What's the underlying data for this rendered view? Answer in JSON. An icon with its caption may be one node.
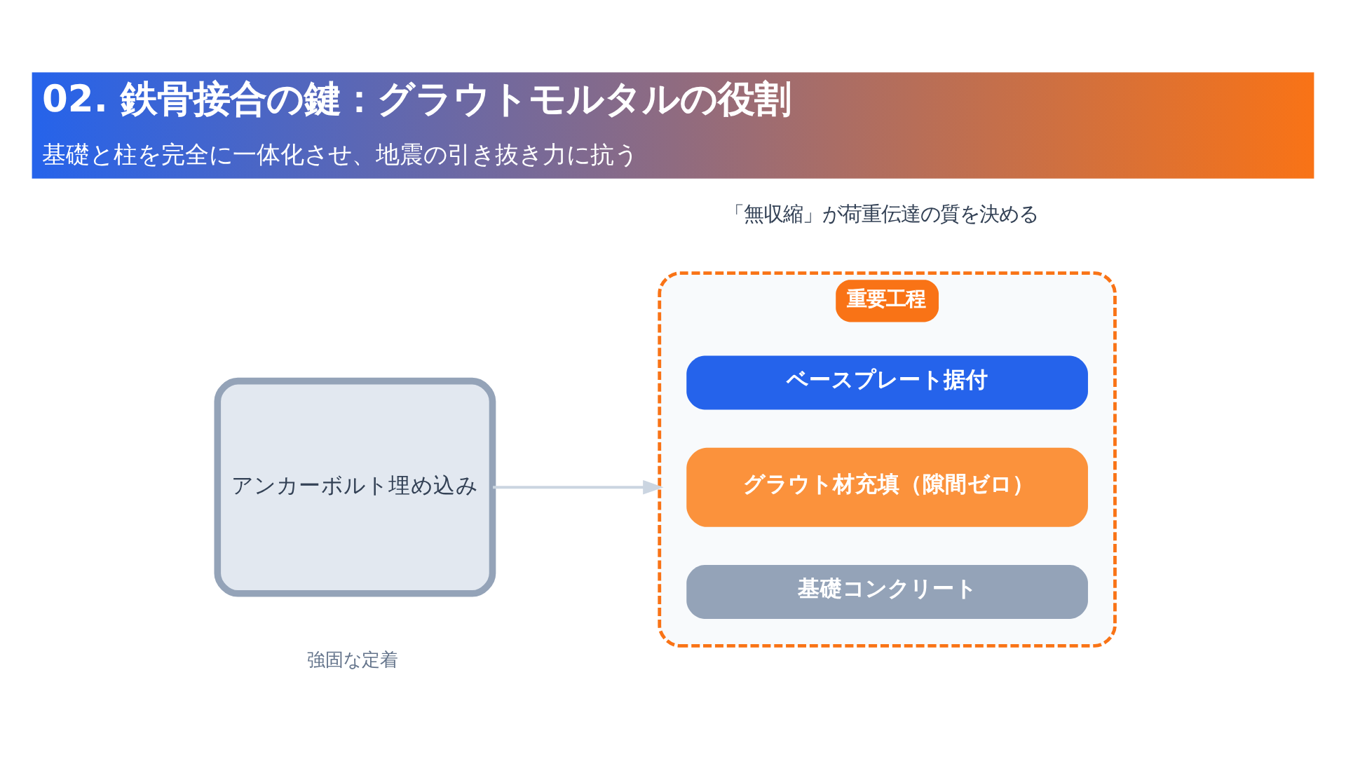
{
  "diagram": {
    "title": "02. 鉄骨接合の鍵：グラウトモルタルの役割",
    "caption": "基礎と柱を完全に一体化させ、地震の引き抜き力に抗う",
    "nodes": [
      {
        "text": [
          "アンカーボルト埋め込み"
        ],
        "beside": [
          "強固な定着"
        ]
      },
      {
        "text": [
          "重要工程"
        ],
        "beside": [
          "「無収縮」が荷重伝達の質を決める"
        ]
      },
      {
        "text": [
          "ベースプレート据付"
        ],
        "in": 1
      },
      {
        "text": [
          "グラウト材充填（隙間ゼロ）"
        ],
        "in": 1
      },
      {
        "text": [
          "基礎コンクリート"
        ],
        "in": 1
      }
    ],
    "edges": [
      {
        "from": 0,
        "to": 1,
        "arrow": "to"
      }
    ]
  }
}
